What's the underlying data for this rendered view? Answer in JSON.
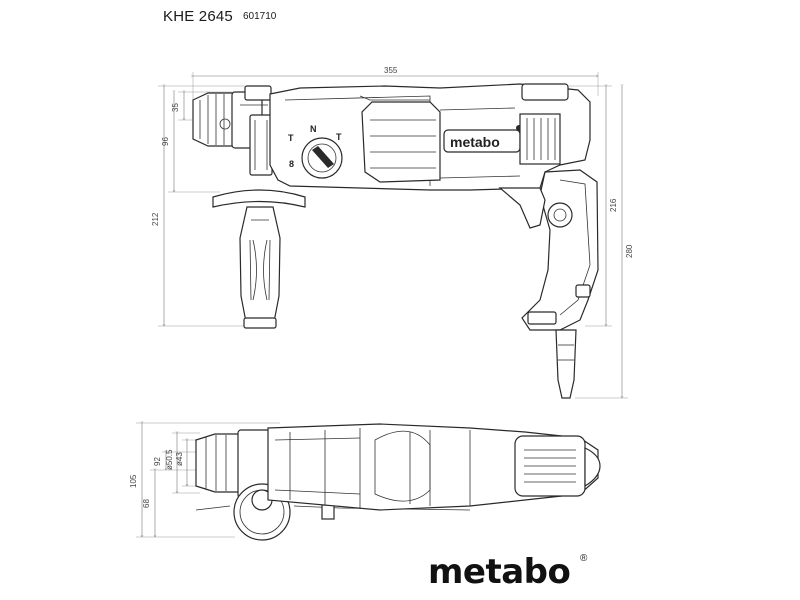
{
  "header": {
    "model": "KHE 2645",
    "article_number": "601710"
  },
  "brand": {
    "logo_text": "metabo",
    "registered_mark": "®",
    "housing_badge": "metabo"
  },
  "dimensions": {
    "overall_length": "355",
    "chuck_offset": "35",
    "spindle_height": "96",
    "handle_depth": "212",
    "rear_height": "216",
    "total_height": "280",
    "collar_outer": "ø50.5",
    "collar_inner": "ø43",
    "width": "105",
    "half_width": "68",
    "small_gap": "92"
  },
  "mode_selector": {
    "labels": [
      "T",
      "N",
      "T",
      "8"
    ]
  }
}
